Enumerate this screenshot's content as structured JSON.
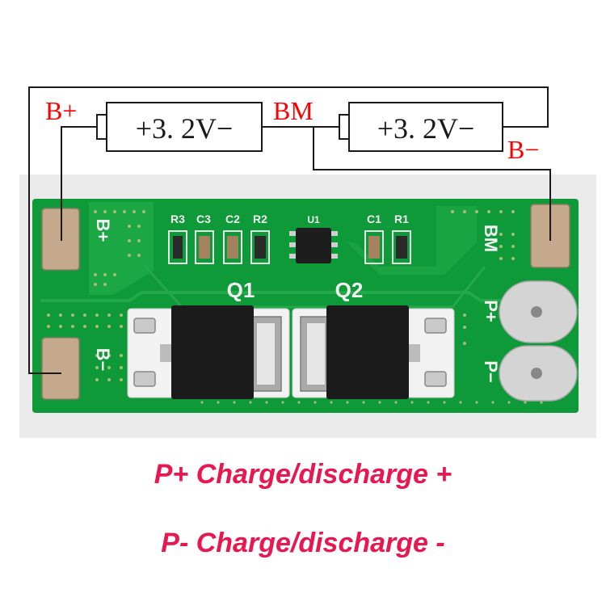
{
  "wiring_labels": {
    "b_plus": "B+",
    "bm": "BM",
    "b_minus": "B−"
  },
  "batteries": [
    {
      "label": "+3. 2V−"
    },
    {
      "label": "+3. 2V−"
    }
  ],
  "board": {
    "pad_labels": {
      "b_plus": "B+",
      "b_minus": "B−",
      "bm": "BM",
      "p_plus": "P+",
      "p_minus": "P−"
    },
    "components": [
      "R3",
      "C3",
      "C2",
      "R2",
      "U1",
      "C1",
      "R1"
    ],
    "mosfets": [
      "Q1",
      "Q2"
    ]
  },
  "captions": [
    "P+ Charge/discharge +",
    "P- Charge/discharge -"
  ],
  "colors": {
    "pcb": "#0f9a3a",
    "wire_label": "#ff0000",
    "caption": "#e8174f"
  }
}
